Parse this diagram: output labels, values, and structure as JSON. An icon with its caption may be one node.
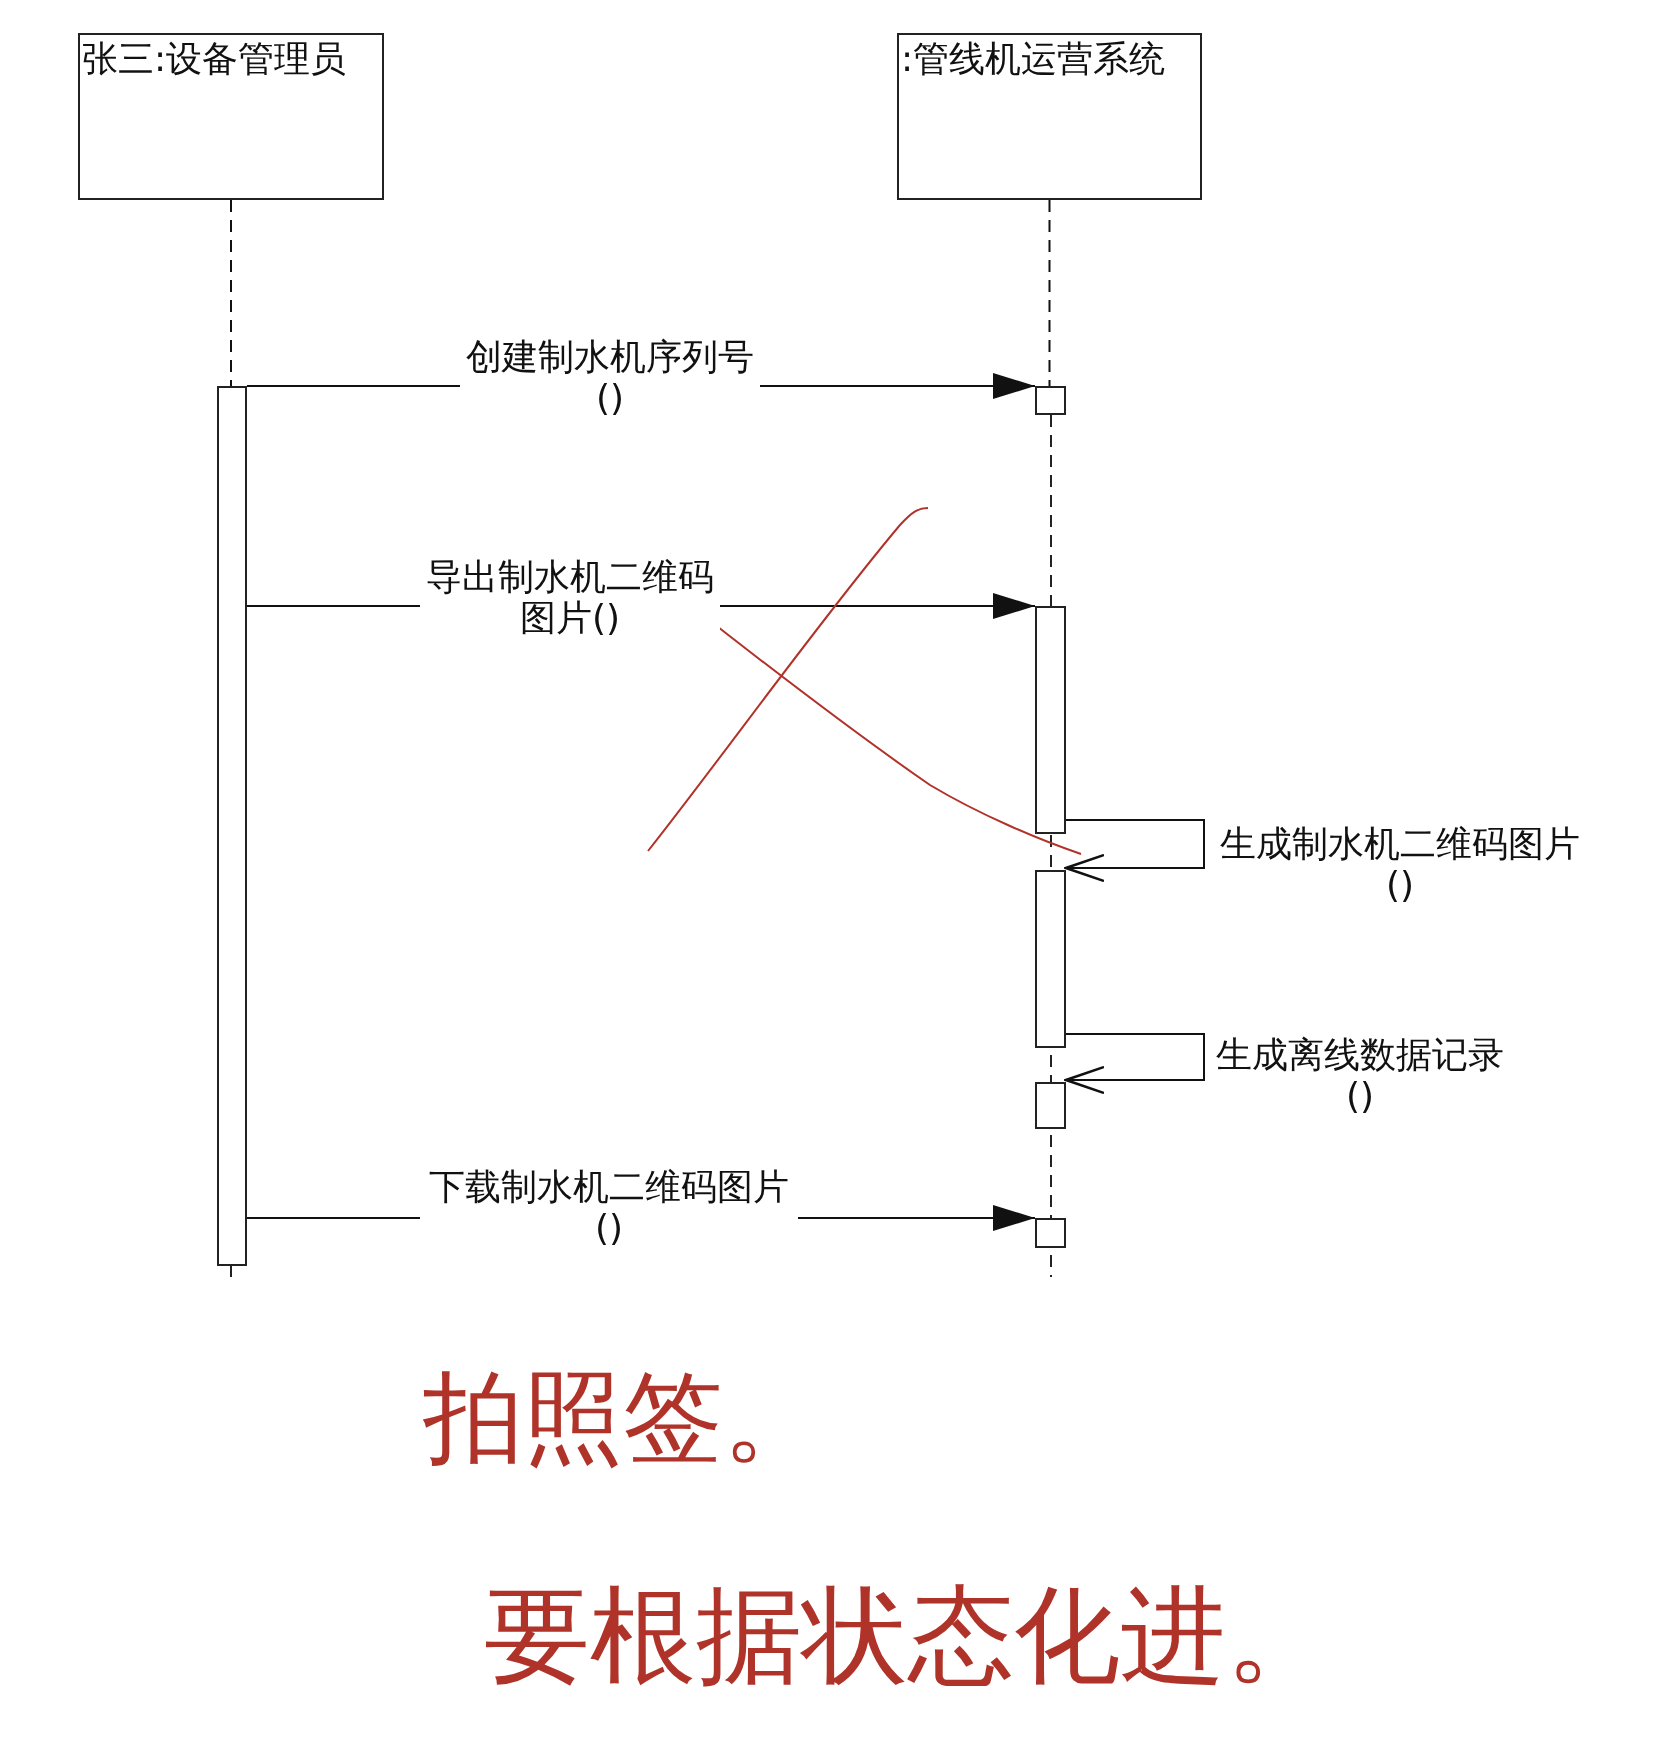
{
  "diagram": {
    "nodes": [
      {
        "text": [
          "张三:设备管理员"
        ]
      },
      {
        "text": [
          ":管线机运营系统"
        ]
      },
      {
        "text": [],
        "shape": "bar"
      },
      {
        "text": [],
        "shape": "bar"
      },
      {
        "text": [],
        "shape": "bar"
      },
      {
        "text": [],
        "shape": "bar"
      },
      {
        "text": [],
        "shape": "bar"
      },
      {
        "text": [],
        "shape": "bar"
      }
    ],
    "edges": [
      {
        "from": 0,
        "to": 2,
        "arrow": "none",
        "style": "dashed"
      },
      {
        "from": 1,
        "to": 3,
        "arrow": "none",
        "style": "dashed"
      },
      {
        "from": 2,
        "to": 3,
        "arrow": "to",
        "label": "创建制水机序列号()"
      },
      {
        "from": 2,
        "to": 4,
        "arrow": "to",
        "label": "导出制水机二维码图片()"
      },
      {
        "from": 4,
        "to": 5,
        "arrow": "to",
        "label": "生成制水机二维码图片()"
      },
      {
        "from": 5,
        "to": 6,
        "arrow": "to",
        "label": "生成离线数据记录()"
      },
      {
        "from": 2,
        "to": 7,
        "arrow": "to",
        "label": "下载制水机二维码图片()"
      }
    ],
    "labels": [
      "拍照签。",
      "要根据状态化进。"
    ]
  }
}
